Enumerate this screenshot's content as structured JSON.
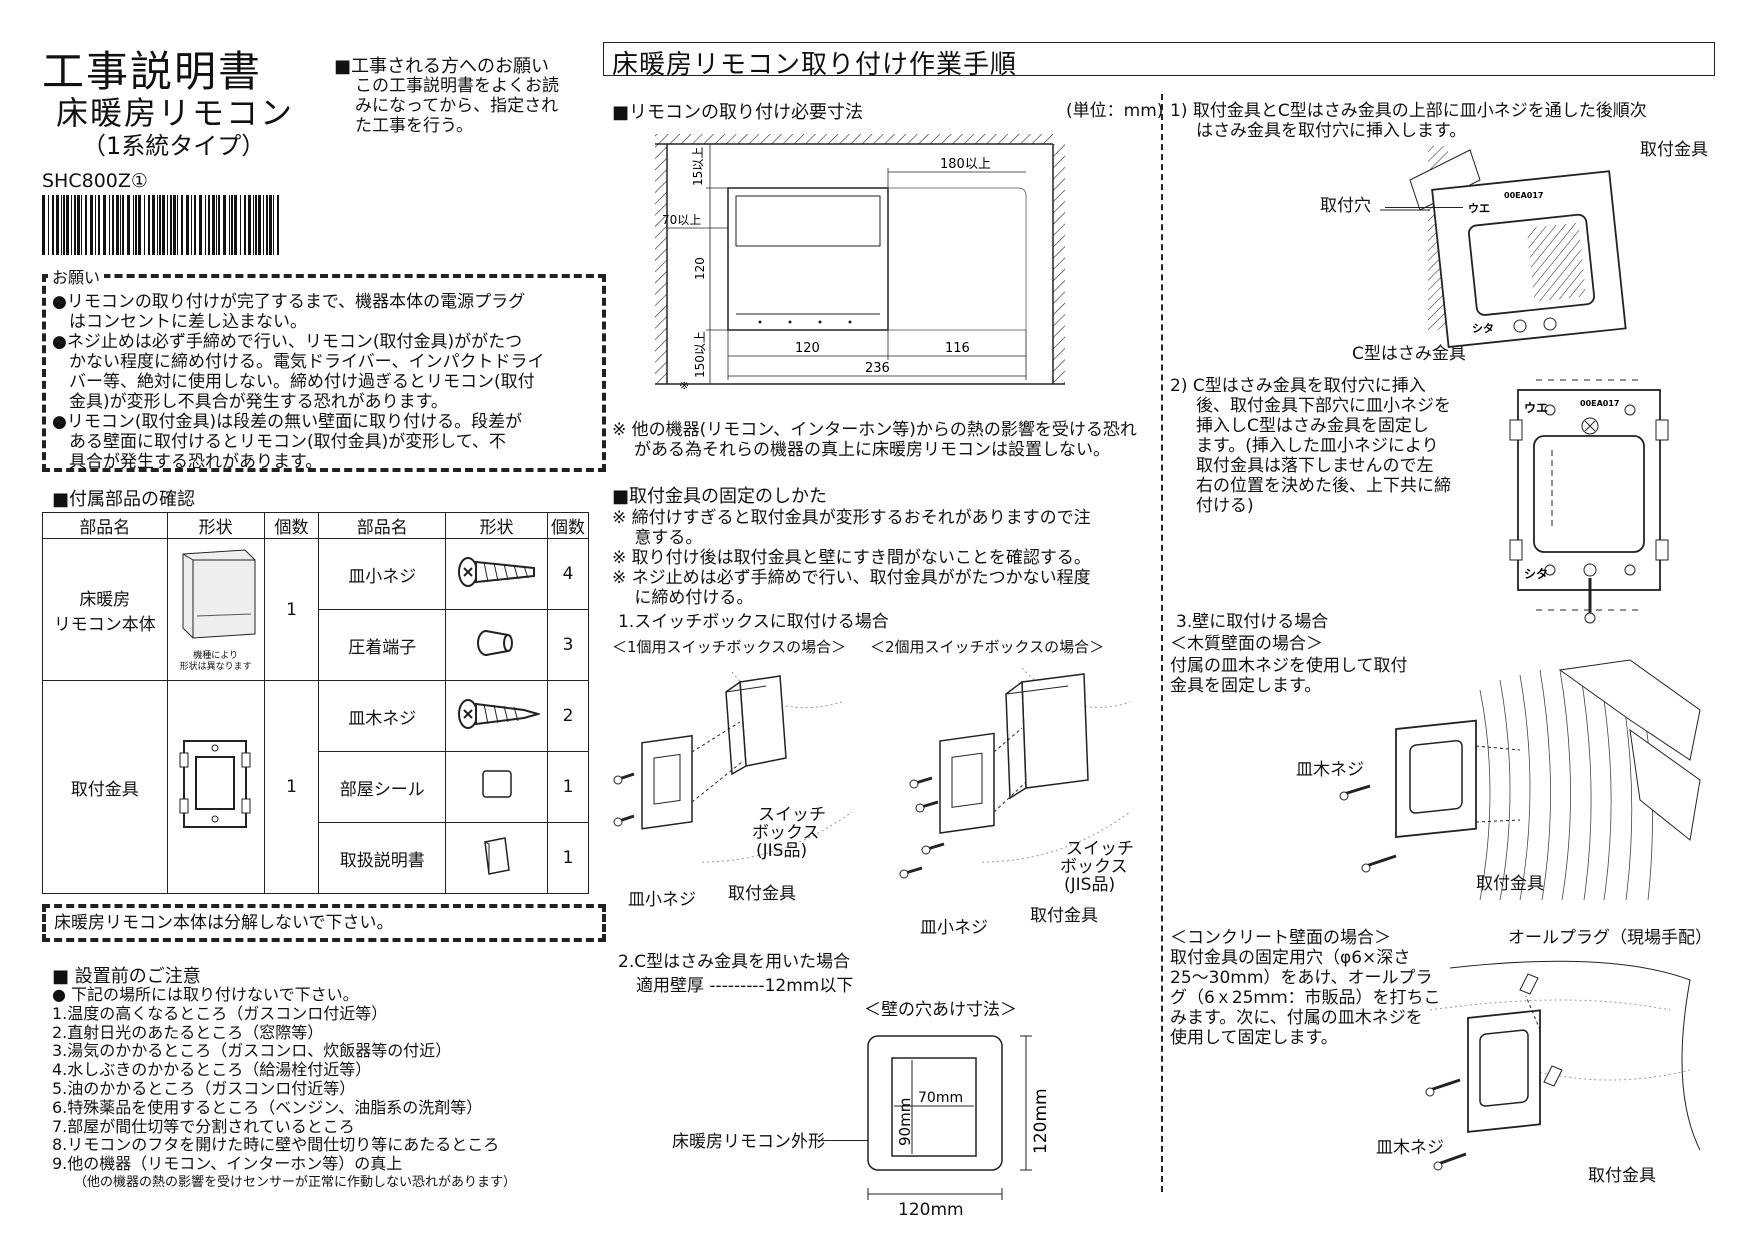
{
  "header": {
    "title": "工事説明書",
    "subtitle": "床暖房リモコン",
    "type": "（1系統タイプ）",
    "model": "SHC800Z①",
    "installer_req_title": "■工事される方へのお願い",
    "installer_req_lines": [
      "この工事説明書をよくお読",
      "みになってから、指定され",
      "た工事を行う。"
    ],
    "procedure_title": "床暖房リモコン取り付け作業手順"
  },
  "onegai": {
    "label": "お願い",
    "lines": [
      "●リモコンの取り付けが完了するまで、機器本体の電源プラグ",
      "　はコンセントに差し込まない。",
      "●ネジ止めは必ず手締めで行い、リモコン(取付金具)ががたつ",
      "　かない程度に締め付ける。電気ドライバー、インパクトドライ",
      "　バー等、絶対に使用しない。締め付け過ぎるとリモコン(取付",
      "　金具)が変形し不具合が発生する恐れがあります。",
      "●リモコン(取付金具)は段差の無い壁面に取り付ける。段差が",
      "　ある壁面に取付けるとリモコン(取付金具)が変形して、不",
      "　具合が発生する恐れがあります。"
    ]
  },
  "parts": {
    "title": "■付属部品の確認",
    "headers": [
      "部品名",
      "形状",
      "個数",
      "部品名",
      "形状",
      "個数"
    ],
    "remote_name_1": "床暖房",
    "remote_name_2": "リモコン本体",
    "remote_count": "1",
    "remote_note_1": "機種により",
    "remote_note_2": "形状は異なります",
    "bracket_name": "取付金具",
    "bracket_count": "1",
    "items": [
      {
        "name": "皿小ネジ",
        "count": "4"
      },
      {
        "name": "圧着端子",
        "count": "3"
      },
      {
        "name": "皿木ネジ",
        "count": "2"
      },
      {
        "name": "部屋シール",
        "count": "1"
      },
      {
        "name": "取扱説明書",
        "count": "1"
      }
    ]
  },
  "no_disassemble": "床暖房リモコン本体は分解しないで下さい。",
  "precautions": {
    "title": "■ 設置前のご注意",
    "lead": "● 下記の場所には取り付けないで下さい。",
    "items": [
      "1.温度の高くなるところ（ガスコンロ付近等）",
      "2.直射日光のあたるところ（窓際等）",
      "3.湯気のかかるところ（ガスコンロ、炊飯器等の付近）",
      "4.水しぶきのかかるところ（給湯栓付近等）",
      "5.油のかかるところ（ガスコンロ付近等）",
      "6.特殊薬品を使用するところ（ベンジン、油脂系の洗剤等）",
      "7.部屋が間仕切等で分割されているところ",
      "8.リモコンのフタを開けた時に壁や間仕切り等にあたるところ",
      "9.他の機器（リモコン、インターホン等）の真上"
    ],
    "footnote": "（他の機器の熱の影響を受けセンサーが正常に作動しない恐れがあります）"
  },
  "dimensions": {
    "title": "■リモコンの取り付け必要寸法",
    "unit": "(単位：mm)",
    "d15": "15以上",
    "d180": "180以上",
    "d70": "70以上",
    "d120v": "120",
    "d150": "150以上",
    "d120h": "120",
    "d116": "116",
    "d236": "236",
    "asterisk": "※",
    "note_1": "※ 他の機器(リモコン、インターホン等)からの熱の影響を受ける恐れ",
    "note_2": "がある為それらの機器の真上に床暖房リモコンは設置しない。"
  },
  "fixing": {
    "title": "■取付金具の固定のしかた",
    "notes": [
      "※ 締付けすぎると取付金具が変形するおそれがありますので注",
      "　 意する。",
      "※ 取り付け後は取付金具と壁にすき間がないことを確認する。",
      "※ ネジ止めは必ず手締めで行い、取付金具ががたつかない程度",
      "　 に締め付ける。"
    ],
    "case1_title": "1.スイッチボックスに取付ける場合",
    "case1_sub_a": "＜1個用スイッチボックスの場合＞",
    "case1_sub_b": "＜2個用スイッチボックスの場合＞",
    "switch_box_1": "スイッチ",
    "switch_box_2": "ボックス",
    "switch_box_3": "(JIS品)",
    "screw_label": "皿小ネジ",
    "bracket_label": "取付金具",
    "case2_title": "2.C型はさみ金具を用いた場合",
    "case2_wall": "適用壁厚 ---------12mm以下",
    "hole_title": "＜壁の穴あけ寸法＞",
    "hole_90": "90mm",
    "hole_70": "70mm",
    "hole_120v": "120mm",
    "hole_120h": "120mm",
    "hole_outline": "床暖房リモコン外形"
  },
  "steps": {
    "step1_1": "1) 取付金具とC型はさみ金具の上部に皿小ネジを通した後順次",
    "step1_2": "はさみ金具を取付穴に挿入します。",
    "label_bracket": "取付金具",
    "label_hole": "取付穴",
    "label_cclip": "C型はさみ金具",
    "step2_lines": [
      "2) C型はさみ金具を取付穴に挿入",
      "後、取付金具下部穴に皿小ネジを",
      "挿入しC型はさみ金具を固定し",
      "ます。(挿入した皿小ネジにより",
      "取付金具は落下しませんので左",
      "右の位置を決めた後、上下共に締",
      "付ける)"
    ],
    "ue": "ウエ",
    "shita": "シタ",
    "code": "00EA017",
    "step3_title": "3.壁に取付ける場合",
    "wood_title": "＜木質壁面の場合＞",
    "wood_lines": [
      "付属の皿木ネジを使用して取付",
      "金具を固定します。"
    ],
    "wood_screw": "皿木ネジ",
    "wood_bracket": "取付金具",
    "concrete_title": "＜コンクリート壁面の場合＞",
    "concrete_lines": [
      "取付金具の固定用穴（φ6×深さ",
      "25～30mm）をあけ、オールプラ",
      "グ（6ｘ25ｍｍ：市販品）を打ちこ",
      "みます。次に、付属の皿木ネジを",
      "使用して固定します。"
    ],
    "plug_label": "オールプラグ（現場手配）",
    "concrete_screw": "皿木ネジ",
    "concrete_bracket": "取付金具"
  }
}
